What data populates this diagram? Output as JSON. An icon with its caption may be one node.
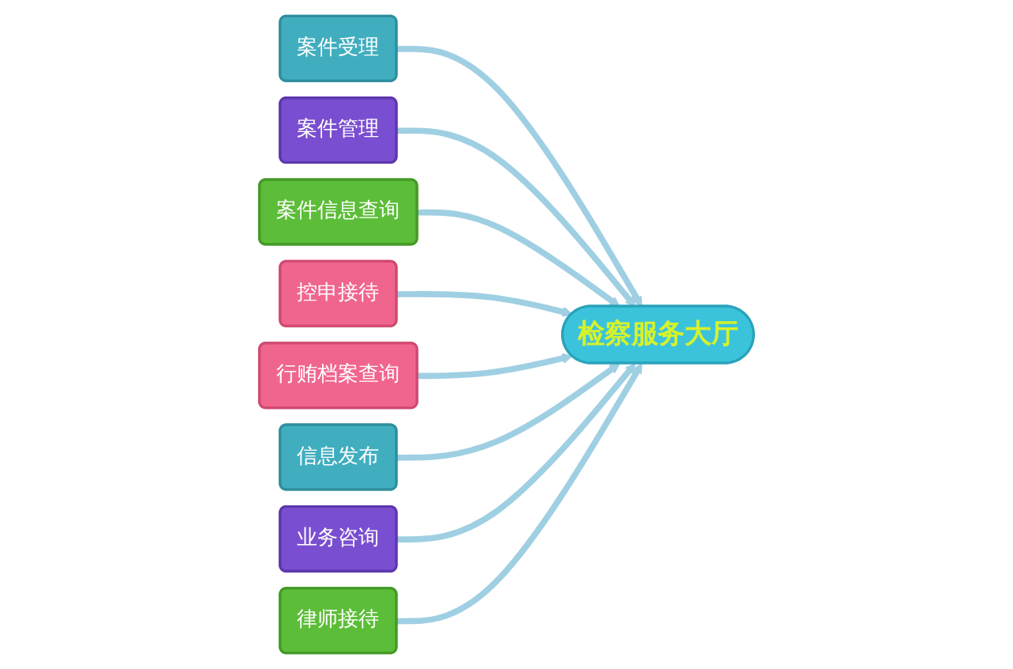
{
  "diagram": {
    "nodes": [
      {
        "text": [
          "案件受理"
        ]
      },
      {
        "text": [
          "案件管理"
        ]
      },
      {
        "text": [
          "案件信息查询"
        ]
      },
      {
        "text": [
          "控申接待"
        ]
      },
      {
        "text": [
          "检察服务大厅"
        ]
      },
      {
        "text": [
          "行贿档案查询"
        ]
      },
      {
        "text": [
          "信息发布"
        ]
      },
      {
        "text": [
          "业务咨询"
        ]
      },
      {
        "text": [
          "律师接待"
        ]
      }
    ],
    "edges": [
      {
        "from": 0,
        "to": 4,
        "arrow": "to"
      },
      {
        "from": 1,
        "to": 4,
        "arrow": "to"
      },
      {
        "from": 2,
        "to": 4,
        "arrow": "to"
      },
      {
        "from": 3,
        "to": 4,
        "arrow": "to"
      },
      {
        "from": 5,
        "to": 4,
        "arrow": "to"
      },
      {
        "from": 6,
        "to": 4,
        "arrow": "to"
      },
      {
        "from": 7,
        "to": 4,
        "arrow": "to"
      },
      {
        "from": 8,
        "to": 4,
        "arrow": "to"
      }
    ]
  }
}
